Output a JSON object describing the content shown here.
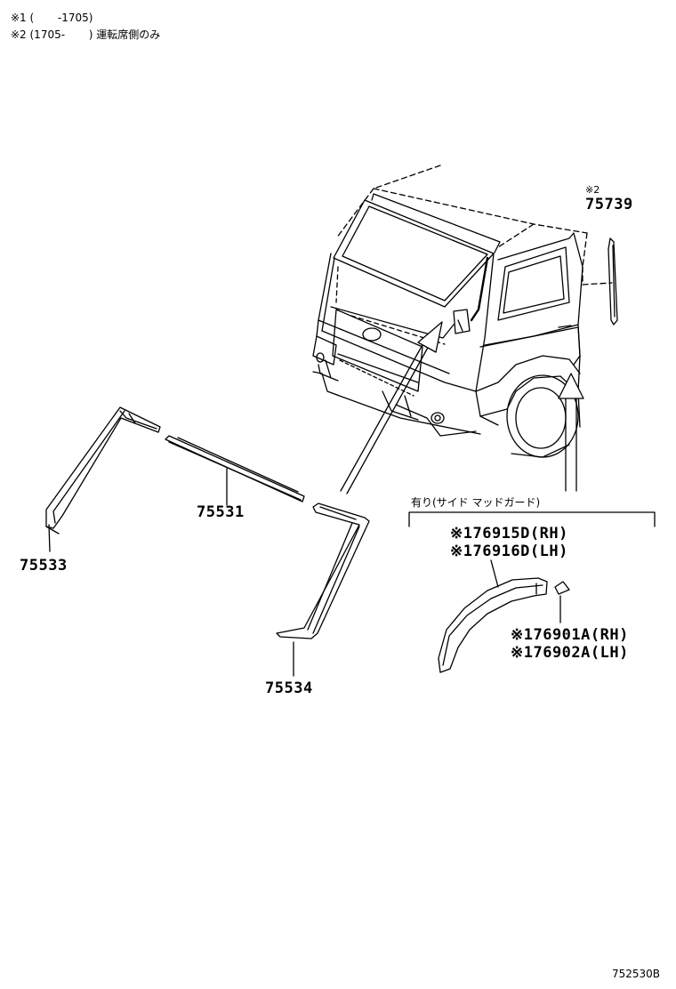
{
  "notes": {
    "note1": "※1 (       -1705)",
    "note2": "※2 (1705-       ) 運転席側のみ"
  },
  "parts": {
    "p75739_mark": "※2",
    "p75739": "75739",
    "p75531": "75531",
    "p75533": "75533",
    "p75534": "75534",
    "mudguard_caption": "有り(サイド マッドガード)",
    "p76915": "※176915D(RH)",
    "p76916": "※176916D(LH)",
    "p76901": "※176901A(RH)",
    "p76902": "※176902A(LH)"
  },
  "illustration_id": "752530B"
}
